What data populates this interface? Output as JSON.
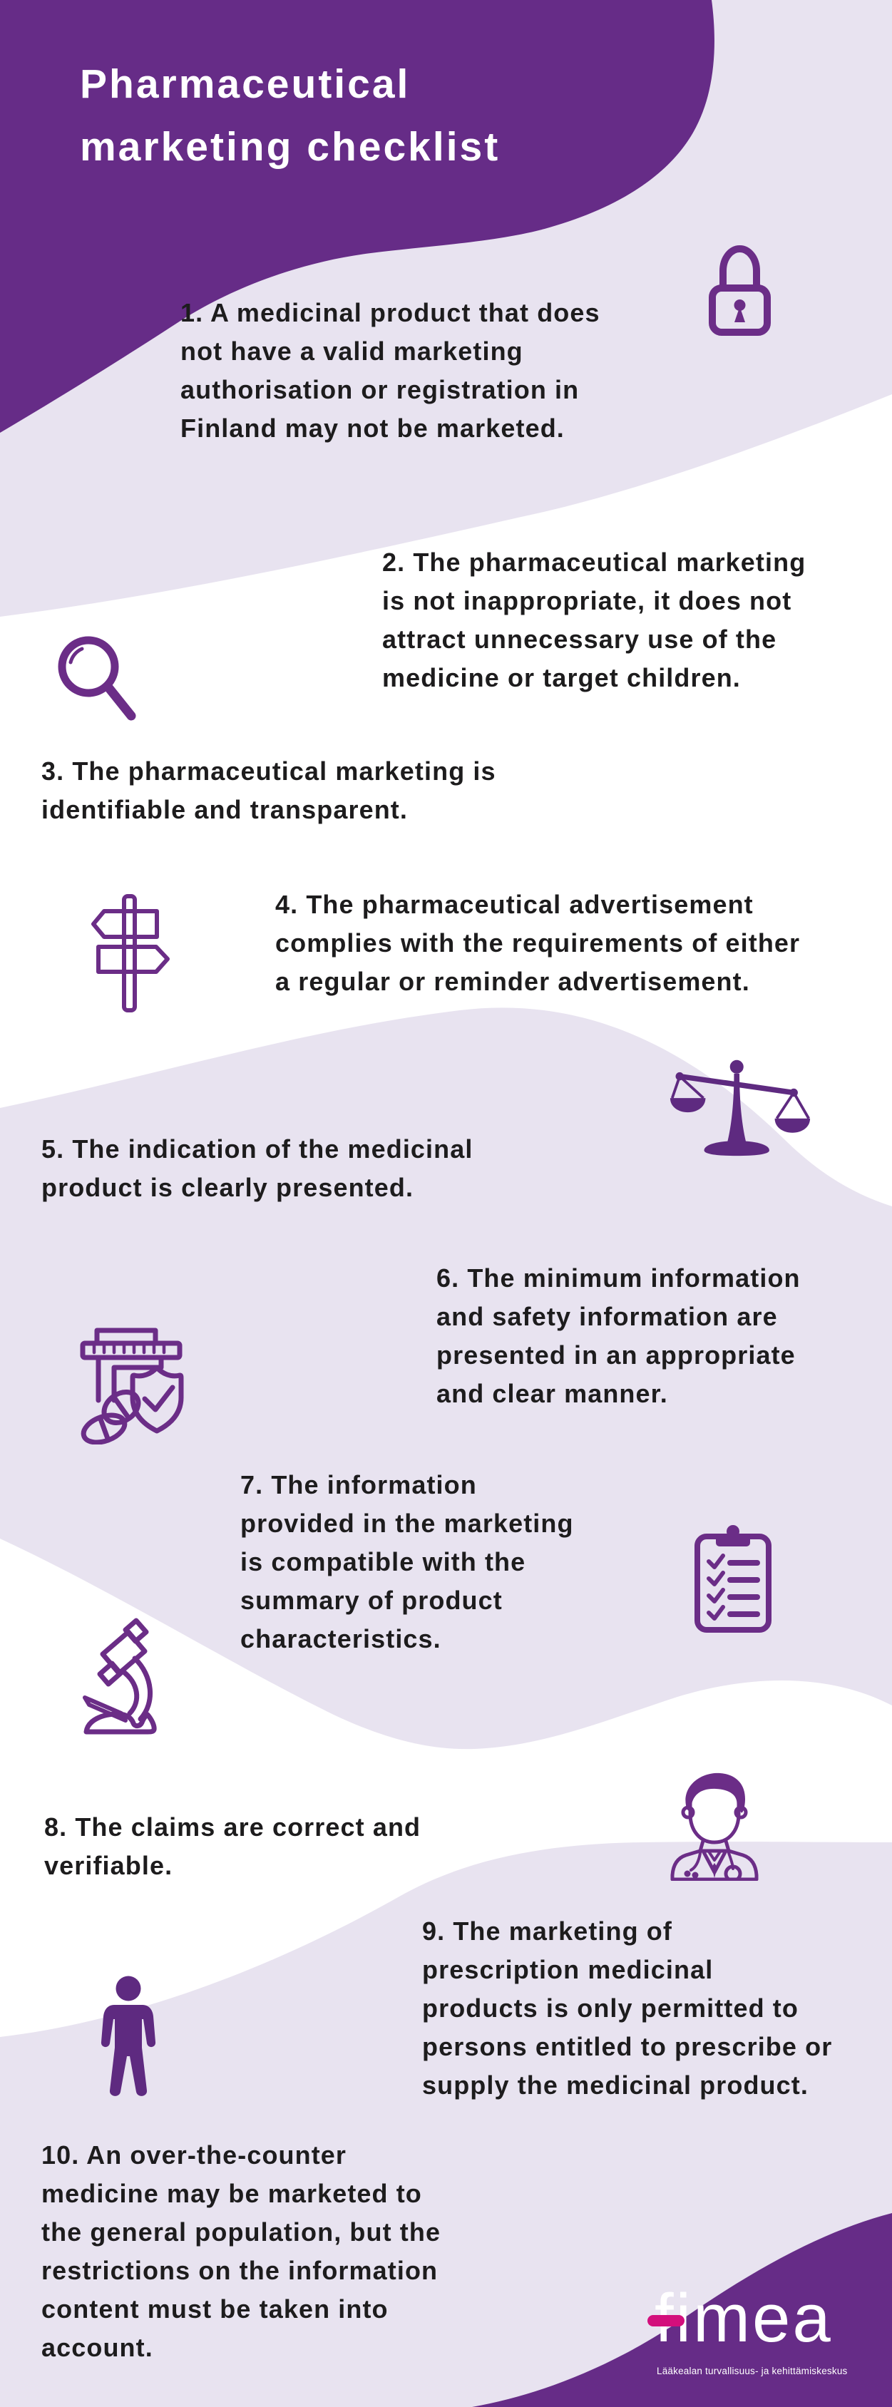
{
  "title": "Pharmaceutical\nmarketing checklist",
  "items": [
    {
      "number": 1,
      "icon": "lock-icon",
      "text": "1. A medicinal product that does\nnot have a valid marketing\nauthorisation or registration in\nFinland may not be marketed."
    },
    {
      "number": 2,
      "icon": "magnifier-icon",
      "text": "2. The pharmaceutical marketing\nis not inappropriate, it does not\nattract unnecessary use of the\nmedicine or target children."
    },
    {
      "number": 3,
      "icon": "",
      "text": "3. The pharmaceutical marketing is\nidentifiable and transparent."
    },
    {
      "number": 4,
      "icon": "signpost-icon",
      "text": "4. The pharmaceutical advertisement\ncomplies with the requirements of either\na regular or reminder advertisement."
    },
    {
      "number": 5,
      "icon": "scales-icon",
      "text": "5. The indication of the medicinal\nproduct is clearly presented."
    },
    {
      "number": 6,
      "icon": "medicine-shield-icon",
      "text": "6. The minimum information\nand safety information are\npresented in an appropriate\nand clear manner."
    },
    {
      "number": 7,
      "icon": "clipboard-checklist-icon",
      "text": "7. The information\nprovided in the marketing\nis compatible with the\nsummary of product\ncharacteristics."
    },
    {
      "number": 8,
      "icon": "microscope-icon",
      "text": "8. The claims are correct and\nverifiable."
    },
    {
      "number": 9,
      "icon": "doctor-icon",
      "text": "9. The marketing of\nprescription medicinal\nproducts is only permitted to\npersons entitled to prescribe or\nsupply the medicinal product."
    },
    {
      "number": 10,
      "icon": "person-icon",
      "text": "10. An over-the-counter\nmedicine may be marketed to\nthe general population, but the\nrestrictions on the information\ncontent must be taken into\naccount."
    }
  ],
  "logo": {
    "wordmark": "fimea",
    "tagline": "Lääkealan turvallisuus- ja kehittämiskeskus"
  },
  "colors": {
    "purple": "#662c87",
    "lavender": "#e8e3f0",
    "white": "#ffffff",
    "icon": "#6b2d87",
    "fill": "#5e2a80",
    "pink": "#d30f7c",
    "text": "#1d1c1d"
  }
}
